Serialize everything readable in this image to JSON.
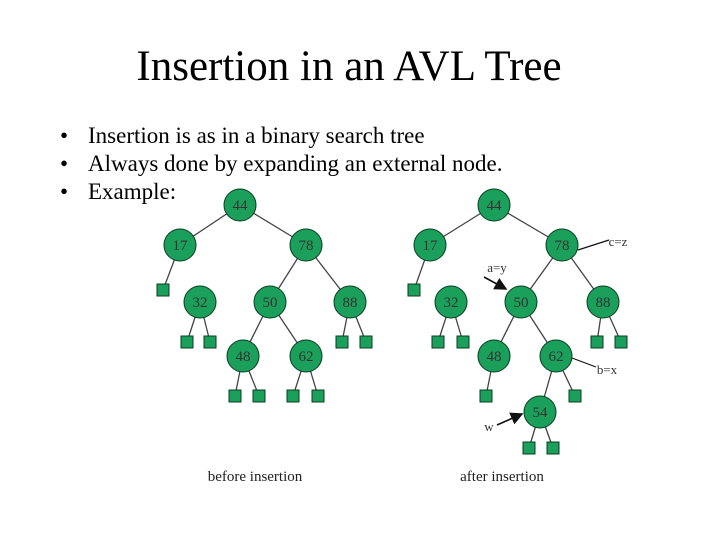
{
  "slide": {
    "title": "Insertion in an AVL Tree",
    "bullets": [
      "Insertion is as in a binary search tree",
      "Always done by expanding an external node.",
      "Example:"
    ],
    "bullet_glyph": "•"
  },
  "colors": {
    "node_fill": "#1aa05a",
    "node_stroke": "#0b3d22",
    "edge": "#444444"
  },
  "trees": {
    "before": {
      "caption": "before insertion",
      "nodes": [
        {
          "id": "b44",
          "label": "44"
        },
        {
          "id": "b17",
          "label": "17"
        },
        {
          "id": "b78",
          "label": "78"
        },
        {
          "id": "b32",
          "label": "32"
        },
        {
          "id": "b50",
          "label": "50"
        },
        {
          "id": "b88",
          "label": "88"
        },
        {
          "id": "b48",
          "label": "48"
        },
        {
          "id": "b62",
          "label": "62"
        }
      ]
    },
    "after": {
      "caption": "after insertion",
      "nodes": [
        {
          "id": "a44",
          "label": "44"
        },
        {
          "id": "a17",
          "label": "17"
        },
        {
          "id": "a78",
          "label": "78"
        },
        {
          "id": "a32",
          "label": "32"
        },
        {
          "id": "a50",
          "label": "50"
        },
        {
          "id": "a88",
          "label": "88"
        },
        {
          "id": "a48",
          "label": "48"
        },
        {
          "id": "a62",
          "label": "62"
        },
        {
          "id": "a54",
          "label": "54"
        }
      ],
      "annotations": [
        {
          "id": "note-cz",
          "text": "c=z"
        },
        {
          "id": "note-ay",
          "text": "a=y"
        },
        {
          "id": "note-bx",
          "text": "b=x"
        },
        {
          "id": "note-w",
          "text": "w"
        }
      ]
    }
  }
}
